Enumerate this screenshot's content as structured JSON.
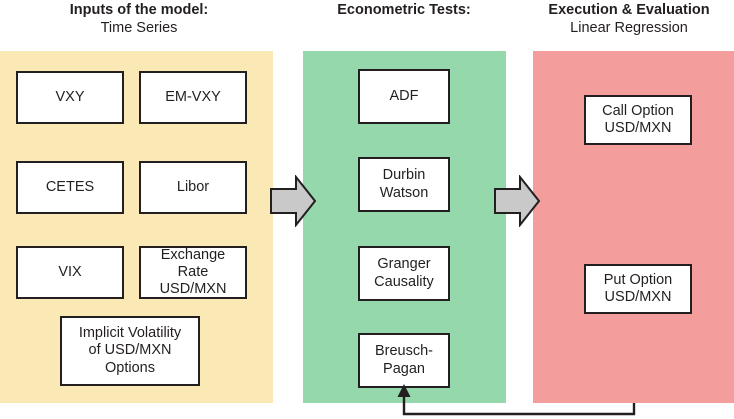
{
  "diagram": {
    "title_inputs": "Inputs of the model:",
    "subtitle_inputs": "Time Series",
    "title_tests": "Econometric Tests:",
    "subtitle_tests": "",
    "title_execution": "Execution & Evaluation",
    "subtitle_execution": "Linear Regression"
  },
  "colors": {
    "panel_inputs": "#fbe9b5",
    "panel_tests": "#95d8ab",
    "panel_execution": "#f49d9d",
    "node_border": "#231f20",
    "node_fill": "#ffffff",
    "block_arrow_fill": "#c9c9c9",
    "block_arrow_stroke": "#231f20",
    "feedback_line": "#231f20",
    "text": "#231f20"
  },
  "columns": {
    "inputs": {
      "header": "Inputs of the model:",
      "subheader": "Time Series",
      "nodes": [
        {
          "id": "vxy",
          "label": "VXY"
        },
        {
          "id": "em-vxy",
          "label": "EM-VXY"
        },
        {
          "id": "cetes",
          "label": "CETES"
        },
        {
          "id": "libor",
          "label": "Libor"
        },
        {
          "id": "vix",
          "label": "VIX"
        },
        {
          "id": "exchange-rate",
          "label": "Exchange Rate\nUSD/MXN"
        },
        {
          "id": "implicit-volatility",
          "label": "Implicit Volatility\nof USD/MXN\nOptions"
        }
      ]
    },
    "tests": {
      "header": "Econometric Tests:",
      "subheader": "",
      "nodes": [
        {
          "id": "adf",
          "label": "ADF"
        },
        {
          "id": "durbin-watson",
          "label": "Durbin\nWatson"
        },
        {
          "id": "granger-causality",
          "label": "Granger\nCausality"
        },
        {
          "id": "breusch-pagan",
          "label": "Breusch-\nPagan"
        }
      ]
    },
    "execution": {
      "header": "Execution & Evaluation",
      "subheader": "Linear Regression",
      "nodes": [
        {
          "id": "call-option",
          "label": "Call Option\nUSD/MXN"
        },
        {
          "id": "put-option",
          "label": "Put Option\nUSD/MXN"
        }
      ]
    }
  },
  "connectors": {
    "arrow_inputs_to_tests": "right-block-arrow",
    "arrow_tests_to_execution": "right-block-arrow",
    "feedback_arrow": "execution-back-to-tests"
  }
}
